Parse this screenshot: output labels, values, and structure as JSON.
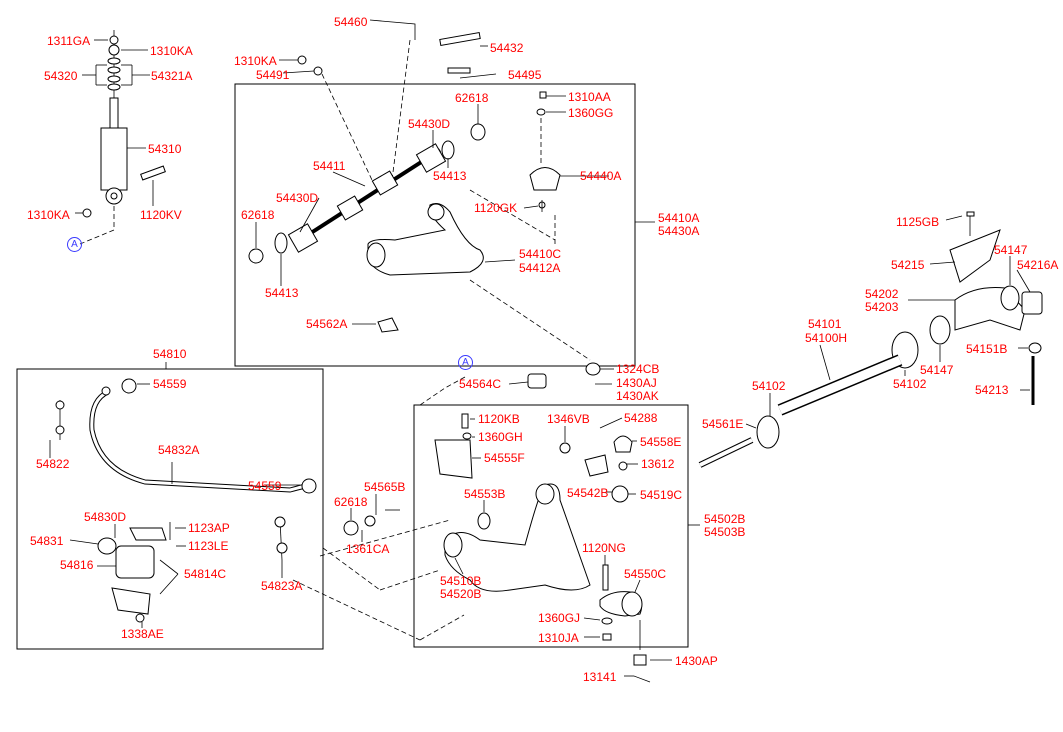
{
  "labels": [
    "1311GA",
    "1310KA",
    "54320",
    "54321A",
    "54310",
    "1120KV",
    "1310KA",
    "54460",
    "54432",
    "1310KA",
    "54495",
    "54491",
    "62618",
    "1310AA",
    "1360GG",
    "54430D",
    "54411",
    "54413",
    "54440A",
    "54430D",
    "1120GK",
    "62618",
    "54410A",
    "54430A",
    "54410C",
    "54412A",
    "54413",
    "54562A",
    "1125GB",
    "54147",
    "54215",
    "54216A",
    "54202",
    "54203",
    "54101",
    "54100H",
    "54147",
    "54151B",
    "54102",
    "54102",
    "54213",
    "54561E",
    "54810",
    "54559",
    "54832A",
    "54822",
    "54559",
    "54830D",
    "1123AP",
    "54831",
    "1123LE",
    "54816",
    "54814C",
    "54823A",
    "1338AE",
    "1324CB",
    "1430AJ",
    "1430AK",
    "54564C",
    "1120KB",
    "1360GH",
    "54555F",
    "1346VB",
    "54288",
    "54558E",
    "13612",
    "54565B",
    "62618",
    "54553B",
    "54542B",
    "54519C",
    "1361CA",
    "54502B",
    "54503B",
    "1120NG",
    "54550C",
    "54510B",
    "54520B",
    "1360GJ",
    "1310JA",
    "1430AP",
    "13141"
  ],
  "refs": [
    "A",
    "A"
  ],
  "colors": {
    "label": "#ff0000",
    "ref": "#3a3aff",
    "line": "#000000"
  }
}
